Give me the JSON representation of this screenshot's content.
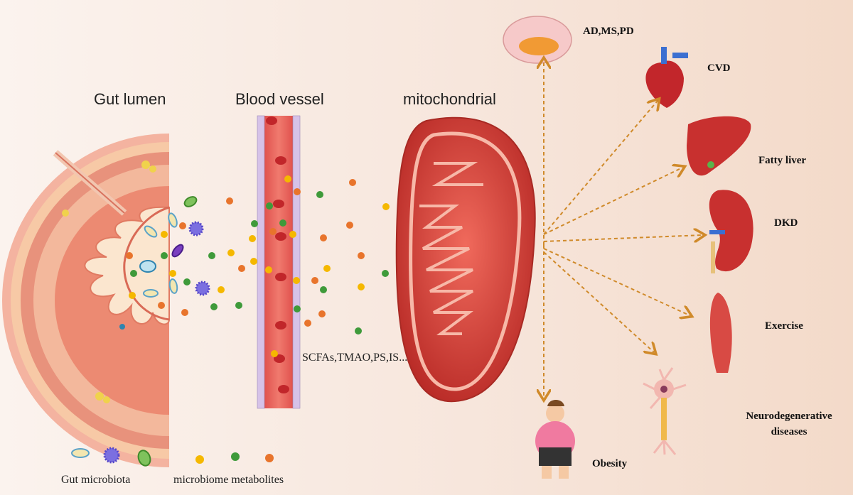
{
  "headers": {
    "gut_lumen": "Gut lumen",
    "blood_vessel": "Blood vessel",
    "mitochondrial": "mitochondrial"
  },
  "metabolites_note": "SCFAs,TMAO,PS,IS...",
  "targets": {
    "ad_ms_pd": "AD,MS,PD",
    "cvd": "CVD",
    "fatty_liver": "Fatty liver",
    "dkd": "DKD",
    "exercise": "Exercise",
    "neuro_line1": "Neurodegenerative",
    "neuro_line2": "diseases",
    "obesity": "Obesity"
  },
  "legend": {
    "gut_microbiota": "Gut microbiota",
    "metabolites": "microbiome metabolites"
  },
  "colors": {
    "metabolite_yellow": "#f5b800",
    "metabolite_green": "#3f9a3a",
    "metabolite_orange": "#e8742c",
    "arrow": "#d08a2a",
    "vessel": "#e85a56",
    "mitochondria": "#d9403a"
  }
}
